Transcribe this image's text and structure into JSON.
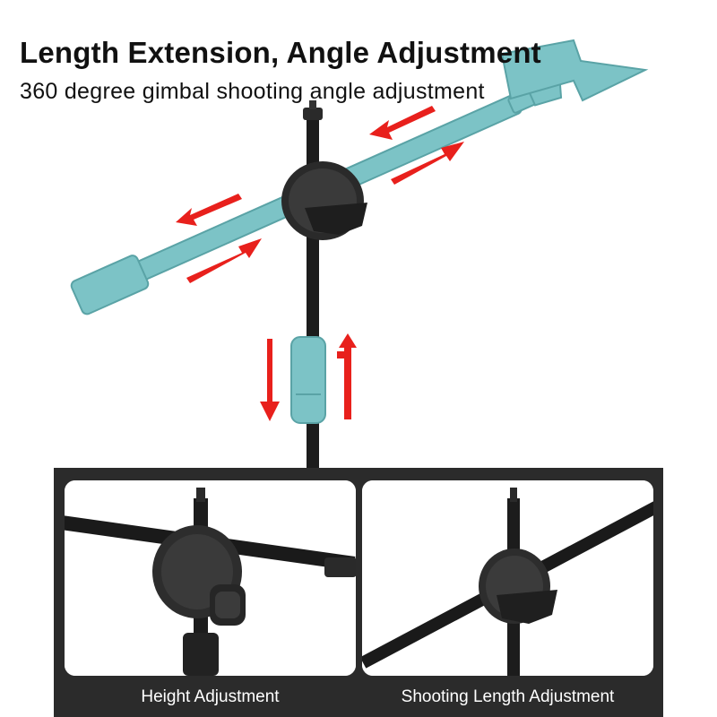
{
  "headline": "Length Extension, Angle Adjustment",
  "subheadline": "360 degree gimbal shooting angle adjustment",
  "colors": {
    "highlight": "#7cc3c6",
    "arrow": "#e8201c",
    "metal": "#1c1c1c",
    "panel": "#2b2b2b"
  },
  "panels": [
    {
      "caption": "Height Adjustment"
    },
    {
      "caption": "Shooting Length Adjustment"
    }
  ]
}
